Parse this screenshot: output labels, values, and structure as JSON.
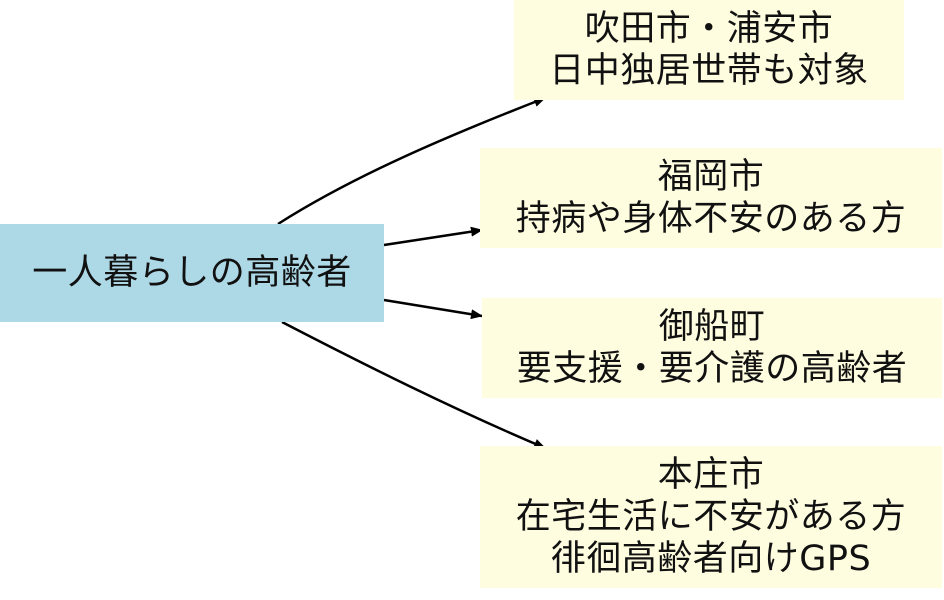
{
  "colors": {
    "source_fill": "#add8e6",
    "target_fill": "#fffde0",
    "edge": "#000000"
  },
  "source": {
    "label": "一人暮らしの高齢者"
  },
  "targets": [
    {
      "lines": [
        "吹田市・浦安市",
        "日中独居世帯も対象"
      ]
    },
    {
      "lines": [
        "福岡市",
        "持病や身体不安のある方"
      ]
    },
    {
      "lines": [
        "御船町",
        "要支援・要介護の高齢者"
      ]
    },
    {
      "lines": [
        "本庄市",
        "在宅生活に不安がある方",
        "徘徊高齢者向けGPS"
      ]
    }
  ]
}
